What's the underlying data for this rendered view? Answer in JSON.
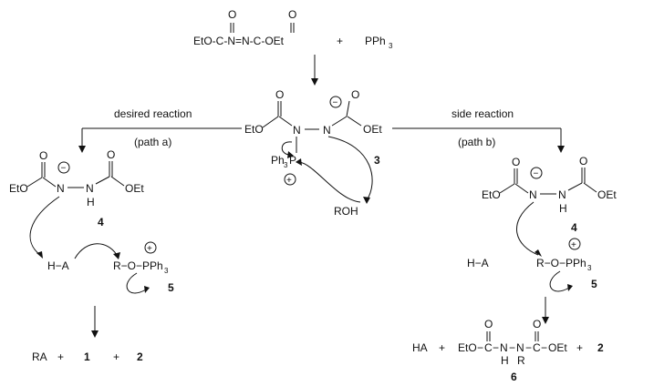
{
  "reagents": {
    "dead": "EtO-C-N=N-C-OEt",
    "plus": "+",
    "pph3": "PPh3"
  },
  "labels": {
    "desired": "desired reaction",
    "path_a": "(path a)",
    "side": "side reaction",
    "path_b": "(path b)"
  },
  "compounds": {
    "c1": "1",
    "c2": "2",
    "c3": "3",
    "c4": "4",
    "c5": "5",
    "c6": "6"
  },
  "species": {
    "roh": "ROH",
    "ha_pair": "H−A",
    "ra": "RA",
    "ha": "HA",
    "eto": "EtO",
    "oet": "OEt",
    "o": "O",
    "c": "C",
    "n": "N",
    "h": "H",
    "r": "R",
    "p": "P",
    "ph": "Ph",
    "three": "3"
  },
  "charges": {
    "plus": "+",
    "minus": "−"
  }
}
